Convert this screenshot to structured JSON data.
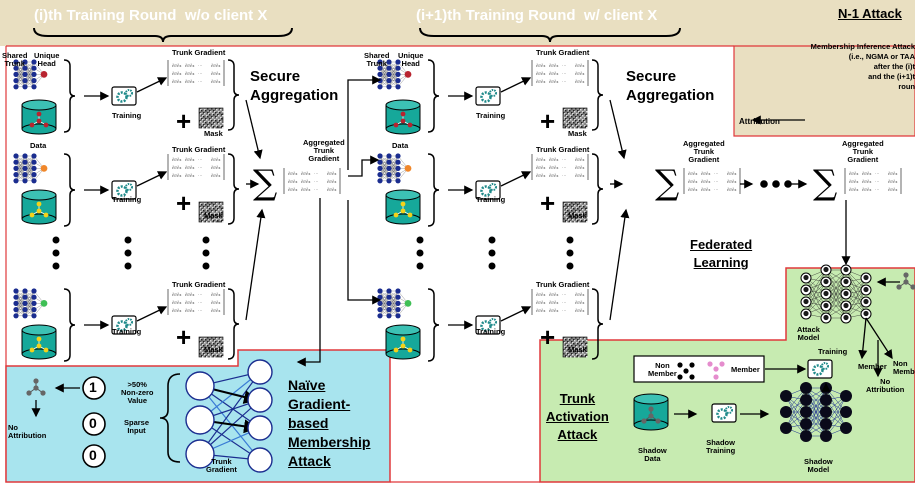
{
  "header": {
    "round_i": "(i)th Training Round",
    "round_i_suffix": "w/o client X",
    "round_i1": "(i+1)th Training Round",
    "round_i1_suffix": "w/ client X",
    "n1_title": "N-1 Attack"
  },
  "n1_box": {
    "line1": "Membership Inference Attack",
    "line2": "(i.e., NGMA or TAA",
    "line3": "after the (i)t",
    "line4": "and the (i+1)t",
    "line5": "roun",
    "attribution": "Attribution"
  },
  "labels": {
    "shared_trunk": "Shared\nTrunk",
    "unique_head": "Unique\nHead",
    "data": "Data",
    "training": "Training",
    "trunk_gradient": "Trunk Gradient",
    "mask": "Mask",
    "secure_aggregation": "Secure\nAggregation",
    "aggregated_trunk_gradient": "Aggregated\nTrunk\nGradient",
    "federated_learning": "Federated\nLearning",
    "plus": "+",
    "sigma": "∑"
  },
  "naive": {
    "title": "Naïve\nGradient-\nbased\nMembership\nAttack",
    "bits": [
      "1",
      "0",
      "0"
    ],
    "nonzero": ">50%\nNon-zero\nValue",
    "sparse": "Sparse\nInput",
    "no_attribution": "No\nAttribution",
    "trunk_gradient": "Trunk\nGradient"
  },
  "taa": {
    "title": "Trunk\nActivation\nAttack",
    "non_member": "Non\nMember",
    "member": "Member",
    "shadow_data": "Shadow\nData",
    "shadow_training": "Shadow\nTraining",
    "shadow_model": "Shadow\nModel",
    "attack_model": "Attack\nModel",
    "training": "Training",
    "member_out": "Member",
    "non_member_out": "Non\nMember",
    "no_attribution": "No\nAttribution"
  },
  "colors": {
    "header_bg": "#e9dfc1",
    "naive_bg": "#a8e4ee",
    "taa_bg": "#c7ebb1",
    "border_red": "#e0383b",
    "cylinder": "#16a89a",
    "gear": "#1f8a8a",
    "net_red": "#b8232f",
    "net_orange": "#f0872a",
    "net_green": "#3fbf55",
    "net_yellow": "#f4d21a",
    "skull": "#1a1a1a"
  }
}
